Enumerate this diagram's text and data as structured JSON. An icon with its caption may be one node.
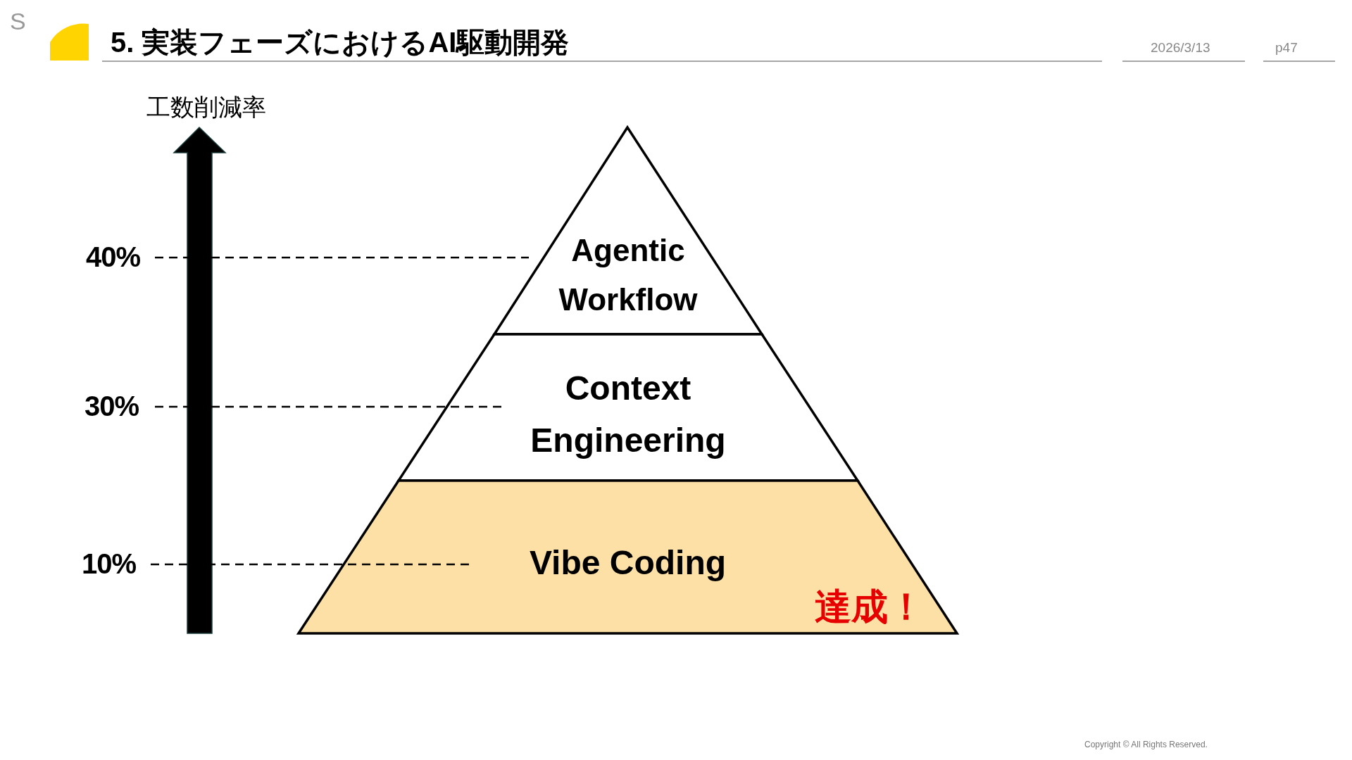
{
  "diagram": {
    "title": "5. 実装フェーズにおけるAI駆動開発",
    "nodes": [
      {
        "text": [
          "Agentic Workflow"
        ]
      },
      {
        "text": [
          "Context Engineering"
        ]
      },
      {
        "text": [
          "Vibe Coding",
          "達成！"
        ]
      }
    ],
    "labels": [
      "S",
      "2026/3/13",
      "p47",
      "工数削減率",
      "40%",
      "30%",
      "10%",
      "Copyright © All Rights Reserved."
    ]
  }
}
